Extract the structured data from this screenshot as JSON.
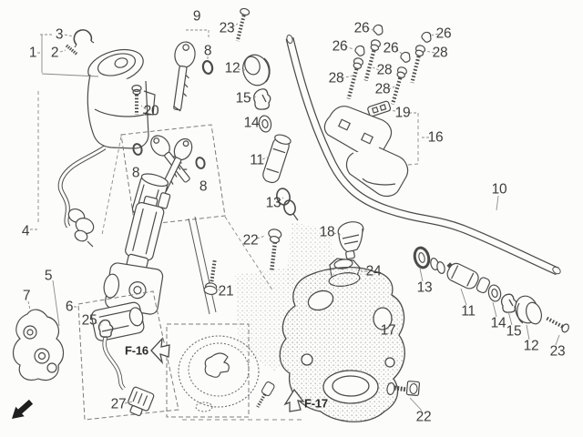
{
  "figure": {
    "type": "exploded-parts-diagram",
    "subject": "motorcycle handlebar / ignition switch assembly",
    "colors": {
      "background": "#fcfcfb",
      "line": "#4b4b4b",
      "label": "#3e3e3e",
      "leader": "#8a8a8a",
      "direction_arrow": "#1f1f1f"
    }
  },
  "callouts": [
    {
      "num": "3"
    },
    {
      "num": "1"
    },
    {
      "num": "2"
    },
    {
      "num": "9"
    },
    {
      "num": "23"
    },
    {
      "num": "8"
    },
    {
      "num": "12"
    },
    {
      "num": "15"
    },
    {
      "num": "20"
    },
    {
      "num": "14"
    },
    {
      "num": "11"
    },
    {
      "num": "8"
    },
    {
      "num": "8"
    },
    {
      "num": "13"
    },
    {
      "num": "26"
    },
    {
      "num": "26"
    },
    {
      "num": "26"
    },
    {
      "num": "26"
    },
    {
      "num": "28"
    },
    {
      "num": "28"
    },
    {
      "num": "28"
    },
    {
      "num": "28"
    },
    {
      "num": "19"
    },
    {
      "num": "16"
    },
    {
      "num": "10"
    },
    {
      "num": "4"
    },
    {
      "num": "18"
    },
    {
      "num": "22"
    },
    {
      "num": "24"
    },
    {
      "num": "5"
    },
    {
      "num": "13"
    },
    {
      "num": "21"
    },
    {
      "num": "7"
    },
    {
      "num": "6"
    },
    {
      "num": "11"
    },
    {
      "num": "25"
    },
    {
      "num": "14"
    },
    {
      "num": "17"
    },
    {
      "num": "15"
    },
    {
      "num": "12"
    },
    {
      "num": "23"
    },
    {
      "num": "27"
    },
    {
      "num": "22"
    }
  ],
  "figure_refs": [
    {
      "label": "F-16"
    },
    {
      "label": "F-17"
    }
  ]
}
